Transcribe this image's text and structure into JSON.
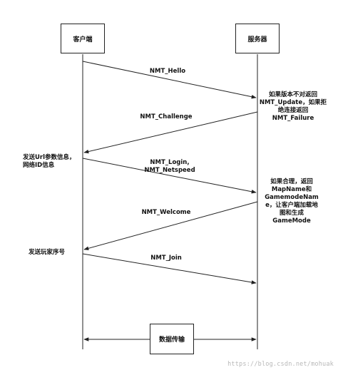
{
  "participants": {
    "client": "客户端",
    "server": "服务器"
  },
  "messages": [
    {
      "label": "NMT_Hello",
      "from": "client",
      "to": "server"
    },
    {
      "label": "NMT_Challenge",
      "from": "server",
      "to": "client"
    },
    {
      "label": "NMT_Login,\nNMT_Netspeed",
      "from": "client",
      "to": "server"
    },
    {
      "label": "NMT_Welcome",
      "from": "server",
      "to": "client"
    },
    {
      "label": "NMT_Join",
      "from": "client",
      "to": "server"
    }
  ],
  "notes": {
    "server_hello": "如果版本不对返回\nNMT_Update，如果拒\n绝连接返回\nNMT_Failure",
    "client_challenge": "发送Url参数信息，\n网络ID信息",
    "server_login": "如果合理，返回\nMapName和\nGamemodeNam\ne，让客户端加载地\n图和生成\nGameMode",
    "client_welcome": "发送玩家序号"
  },
  "data_transfer": "数据传输",
  "watermark": "https://blog.csdn.net/mohuak"
}
